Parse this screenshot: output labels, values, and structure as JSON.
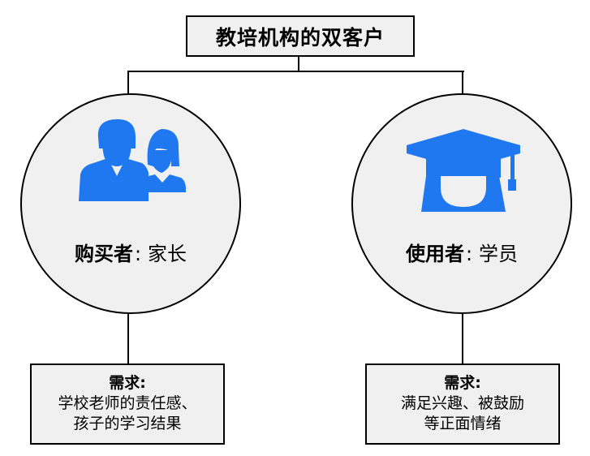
{
  "title": "教培机构的双客户",
  "colors": {
    "icon_blue": "#1f78f0",
    "node_fill": "#f0f0f0",
    "stroke": "#000000"
  },
  "left": {
    "icon": "parents-icon",
    "role_label": "购买者",
    "separator": ":",
    "role_value": "家长",
    "need_title": "需求:",
    "need_lines": [
      "学校老师的责任感、",
      "孩子的学习结果"
    ]
  },
  "right": {
    "icon": "graduation-student-icon",
    "role_label": "使用者",
    "separator": ":",
    "role_value": "学员",
    "need_title": "需求:",
    "need_lines": [
      "满足兴趣、被鼓励",
      "等正面情绪"
    ]
  }
}
